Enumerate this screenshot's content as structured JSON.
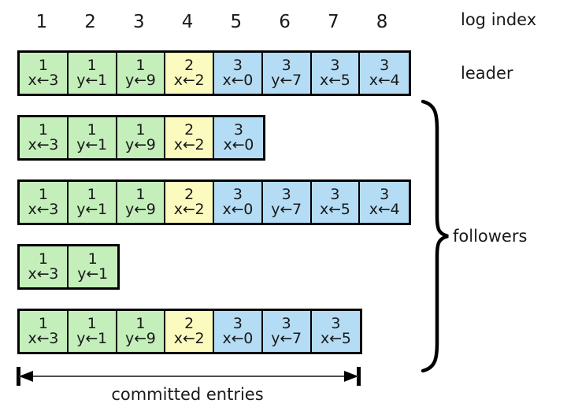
{
  "diagram": {
    "title": "raft-log-replication",
    "index_header_label": "log index",
    "leader_label": "leader",
    "followers_label": "followers",
    "committed_label": "committed entries",
    "log_indices": [
      "1",
      "2",
      "3",
      "4",
      "5",
      "6",
      "7",
      "8"
    ],
    "committed_through_index": 7,
    "colors": {
      "term1": "#c4efbb",
      "term2": "#fbfbc0",
      "term3": "#b4dcf4",
      "border": "#000000",
      "text": "#1a1a1a",
      "background": "#ffffff"
    },
    "term_legend": [
      {
        "term": "1",
        "color": "#c4efbb"
      },
      {
        "term": "2",
        "color": "#fbfbc0"
      },
      {
        "term": "3",
        "color": "#b4dcf4"
      }
    ],
    "rows": [
      {
        "role": "leader",
        "name": "leader-log",
        "entries": [
          {
            "term": "1",
            "command": "x←3"
          },
          {
            "term": "1",
            "command": "y←1"
          },
          {
            "term": "1",
            "command": "y←9"
          },
          {
            "term": "2",
            "command": "x←2"
          },
          {
            "term": "3",
            "command": "x←0"
          },
          {
            "term": "3",
            "command": "y←7"
          },
          {
            "term": "3",
            "command": "x←5"
          },
          {
            "term": "3",
            "command": "x←4"
          }
        ]
      },
      {
        "role": "follower",
        "name": "follower-log-1",
        "entries": [
          {
            "term": "1",
            "command": "x←3"
          },
          {
            "term": "1",
            "command": "y←1"
          },
          {
            "term": "1",
            "command": "y←9"
          },
          {
            "term": "2",
            "command": "x←2"
          },
          {
            "term": "3",
            "command": "x←0"
          }
        ]
      },
      {
        "role": "follower",
        "name": "follower-log-2",
        "entries": [
          {
            "term": "1",
            "command": "x←3"
          },
          {
            "term": "1",
            "command": "y←1"
          },
          {
            "term": "1",
            "command": "y←9"
          },
          {
            "term": "2",
            "command": "x←2"
          },
          {
            "term": "3",
            "command": "x←0"
          },
          {
            "term": "3",
            "command": "y←7"
          },
          {
            "term": "3",
            "command": "x←5"
          },
          {
            "term": "3",
            "command": "x←4"
          }
        ]
      },
      {
        "role": "follower",
        "name": "follower-log-3",
        "entries": [
          {
            "term": "1",
            "command": "x←3"
          },
          {
            "term": "1",
            "command": "y←1"
          }
        ]
      },
      {
        "role": "follower",
        "name": "follower-log-4",
        "entries": [
          {
            "term": "1",
            "command": "x←3"
          },
          {
            "term": "1",
            "command": "y←1"
          },
          {
            "term": "1",
            "command": "y←9"
          },
          {
            "term": "2",
            "command": "x←2"
          },
          {
            "term": "3",
            "command": "x←0"
          },
          {
            "term": "3",
            "command": "y←7"
          },
          {
            "term": "3",
            "command": "x←5"
          }
        ]
      }
    ]
  }
}
